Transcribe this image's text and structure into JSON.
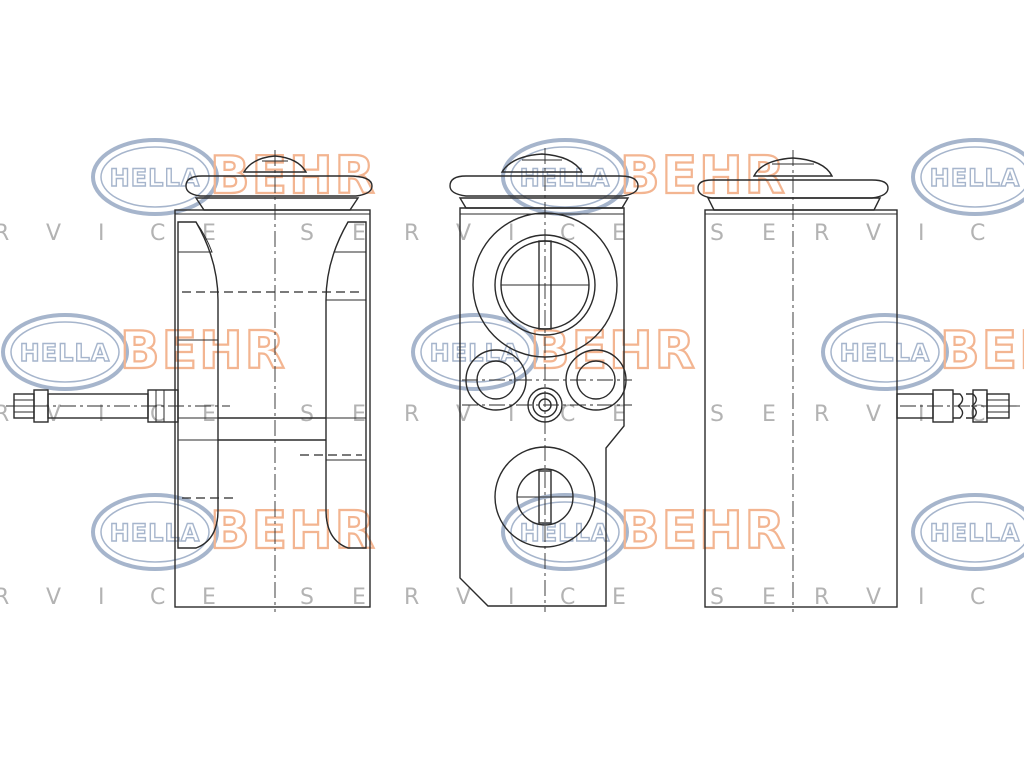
{
  "watermark": {
    "brand_behr": "BEHR",
    "brand_hella": "HELLA",
    "service_word": "SERVICE",
    "colors": {
      "behr": "#f3b591",
      "hella": "#a6b5cc",
      "service": "#b3b3b3"
    }
  },
  "drawing": {
    "line_color": "#2b2b2b",
    "views": [
      "side-section-view",
      "front-view",
      "rear-view"
    ]
  }
}
